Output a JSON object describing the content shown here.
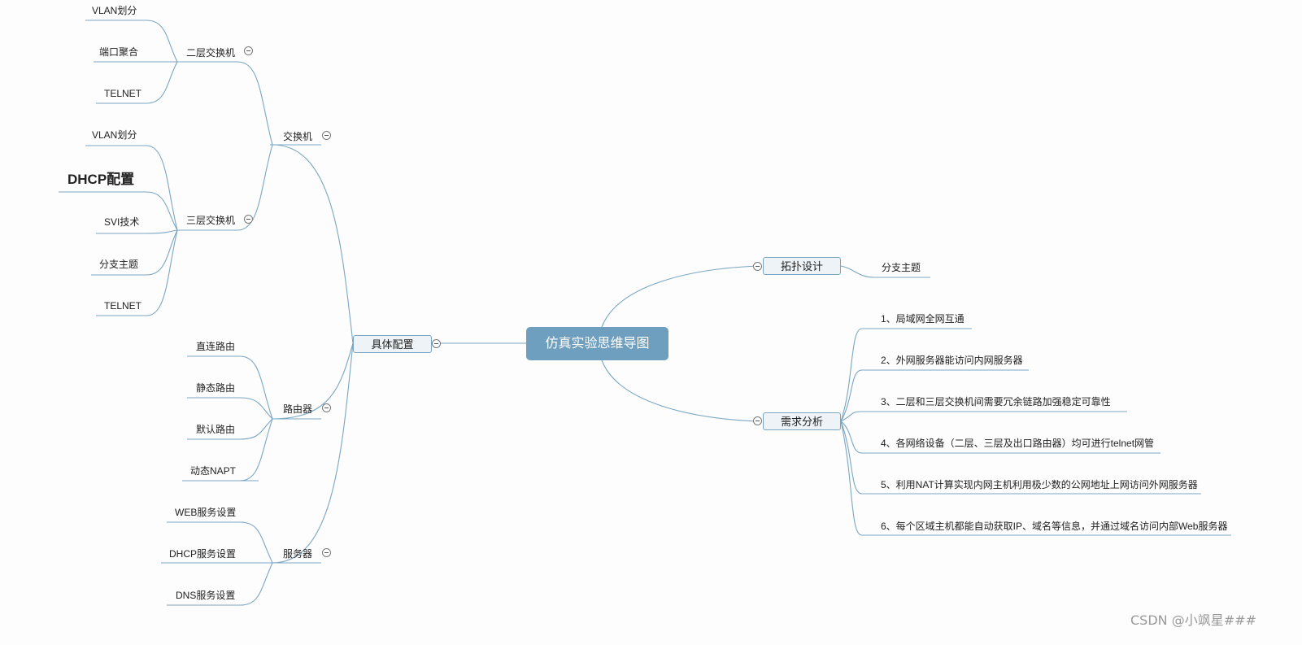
{
  "root": {
    "label": "仿真实验思维导图"
  },
  "left": {
    "label": "具体配置",
    "groups": [
      {
        "label": "交换机",
        "subgroups": [
          {
            "label": "二层交换机",
            "leaves": [
              "VLAN划分",
              "端口聚合",
              "TELNET"
            ]
          },
          {
            "label": "三层交换机",
            "leaves": [
              "VLAN划分",
              "DHCP配置",
              "SVI技术",
              "分支主题",
              "TELNET"
            ]
          }
        ]
      },
      {
        "label": "路由器",
        "leaves": [
          "直连路由",
          "静态路由",
          "默认路由",
          "动态NAPT"
        ]
      },
      {
        "label": "服务器",
        "leaves": [
          "WEB服务设置",
          "DHCP服务设置",
          "DNS服务设置"
        ]
      }
    ]
  },
  "right": {
    "topology": {
      "label": "拓扑设计",
      "leaf": "分支主题"
    },
    "requirements": {
      "label": "需求分析",
      "items": [
        "1、局域网全网互通",
        "2、外网服务器能访问内网服务器",
        "3、二层和三层交换机间需要冗余链路加强稳定可靠性",
        "4、各网络设备（二层、三层及出口路由器）均可进行telnet网管",
        "5、利用NAT计算实现内网主机利用极少数的公网地址上网访问外网服务器",
        "6、每个区域主机都能自动获取IP、域名等信息，并通过域名访问内部Web服务器"
      ]
    }
  },
  "watermark": "CSDN @小飒星###"
}
